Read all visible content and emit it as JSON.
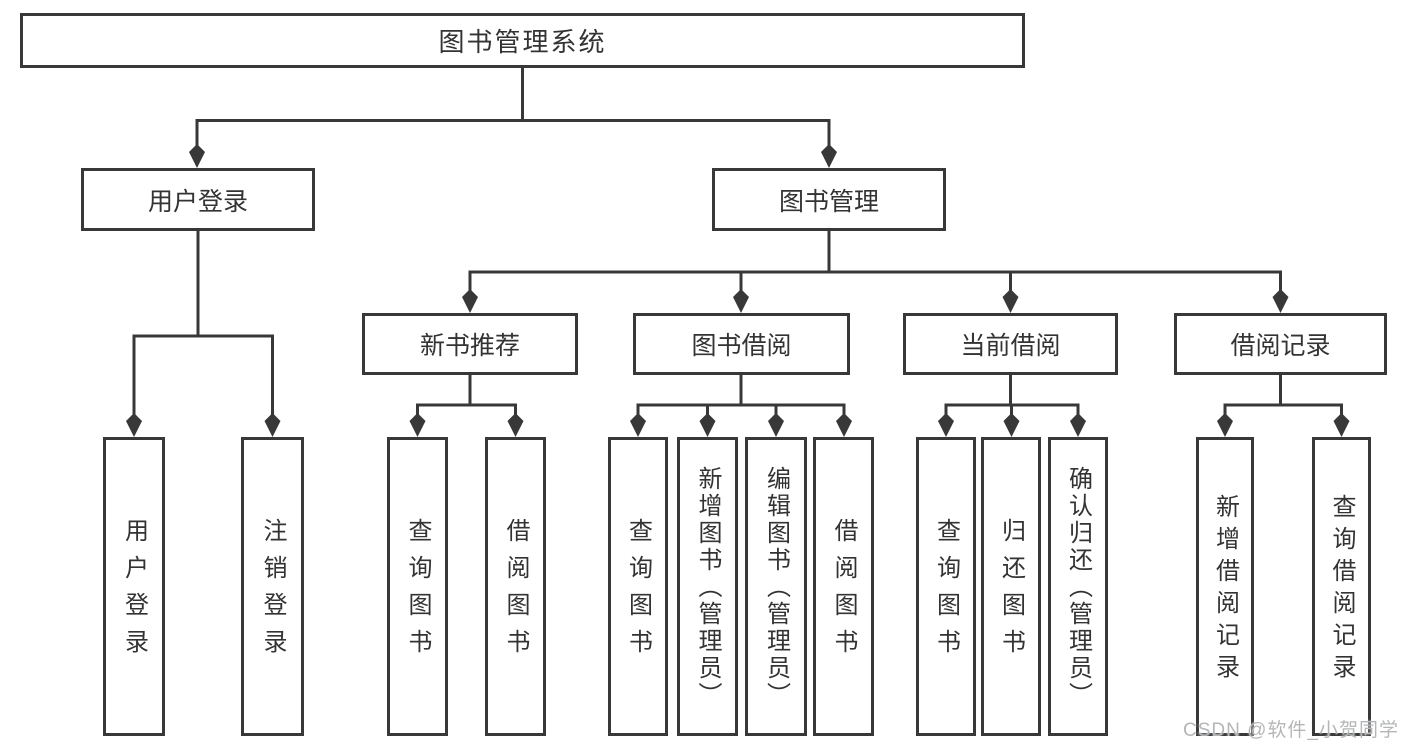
{
  "tree": {
    "label": "图书管理系统",
    "children": [
      {
        "label": "用户登录",
        "children": [
          {
            "label": "用户登录"
          },
          {
            "label": "注销登录"
          }
        ]
      },
      {
        "label": "图书管理",
        "children": [
          {
            "label": "新书推荐",
            "children": [
              {
                "label": "查询图书"
              },
              {
                "label": "借阅图书"
              }
            ]
          },
          {
            "label": "图书借阅",
            "children": [
              {
                "label": "查询图书"
              },
              {
                "label": "新增图书（管理员）"
              },
              {
                "label": "编辑图书（管理员）"
              },
              {
                "label": "借阅图书"
              }
            ]
          },
          {
            "label": "当前借阅",
            "children": [
              {
                "label": "查询图书"
              },
              {
                "label": "归还图书"
              },
              {
                "label": "确认归还（管理员）"
              }
            ]
          },
          {
            "label": "借阅记录",
            "children": [
              {
                "label": "新增借阅记录"
              },
              {
                "label": "查询借阅记录"
              }
            ]
          }
        ]
      }
    ]
  },
  "watermark": "CSDN @软件_小贺同学",
  "colors": {
    "line": "#383838",
    "box_border": "#383838",
    "box_background": "#ffffff",
    "text": "#333333",
    "watermark": "#b4b6b8",
    "page_background": "#ffffff"
  }
}
